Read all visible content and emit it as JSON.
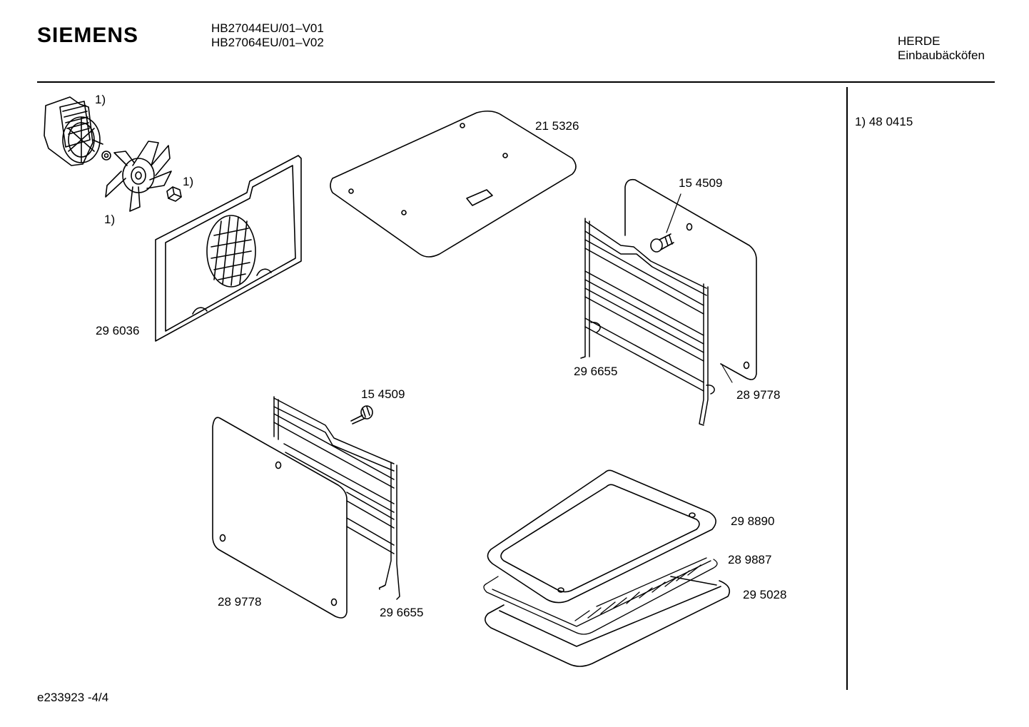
{
  "header": {
    "brand": "SIEMENS",
    "models": [
      "HB27044EU/01–V01",
      "HB27064EU/01–V02"
    ],
    "category": [
      "HERDE",
      "Einbaubäcköfen"
    ]
  },
  "side_note": "1)  48 0415",
  "footer": "e233923  -4/4",
  "parts": [
    {
      "id": "fan-motor",
      "label": "1)"
    },
    {
      "id": "fan-blade",
      "label": "1)"
    },
    {
      "id": "fan-nut",
      "label": "1)"
    },
    {
      "id": "back-panel",
      "label": "29 6036"
    },
    {
      "id": "top-panel",
      "label": "21 5326"
    },
    {
      "id": "screw-right",
      "label": "15 4509"
    },
    {
      "id": "rail-right",
      "label": "29 6655"
    },
    {
      "id": "side-panel-right",
      "label": "28 9778"
    },
    {
      "id": "screw-left",
      "label": "15 4509"
    },
    {
      "id": "side-panel-left",
      "label": "28 9778"
    },
    {
      "id": "rail-left",
      "label": "29 6655"
    },
    {
      "id": "baking-tray",
      "label": "29 8890"
    },
    {
      "id": "grill-rack",
      "label": "28 9887"
    },
    {
      "id": "universal-pan",
      "label": "29 5028"
    }
  ]
}
